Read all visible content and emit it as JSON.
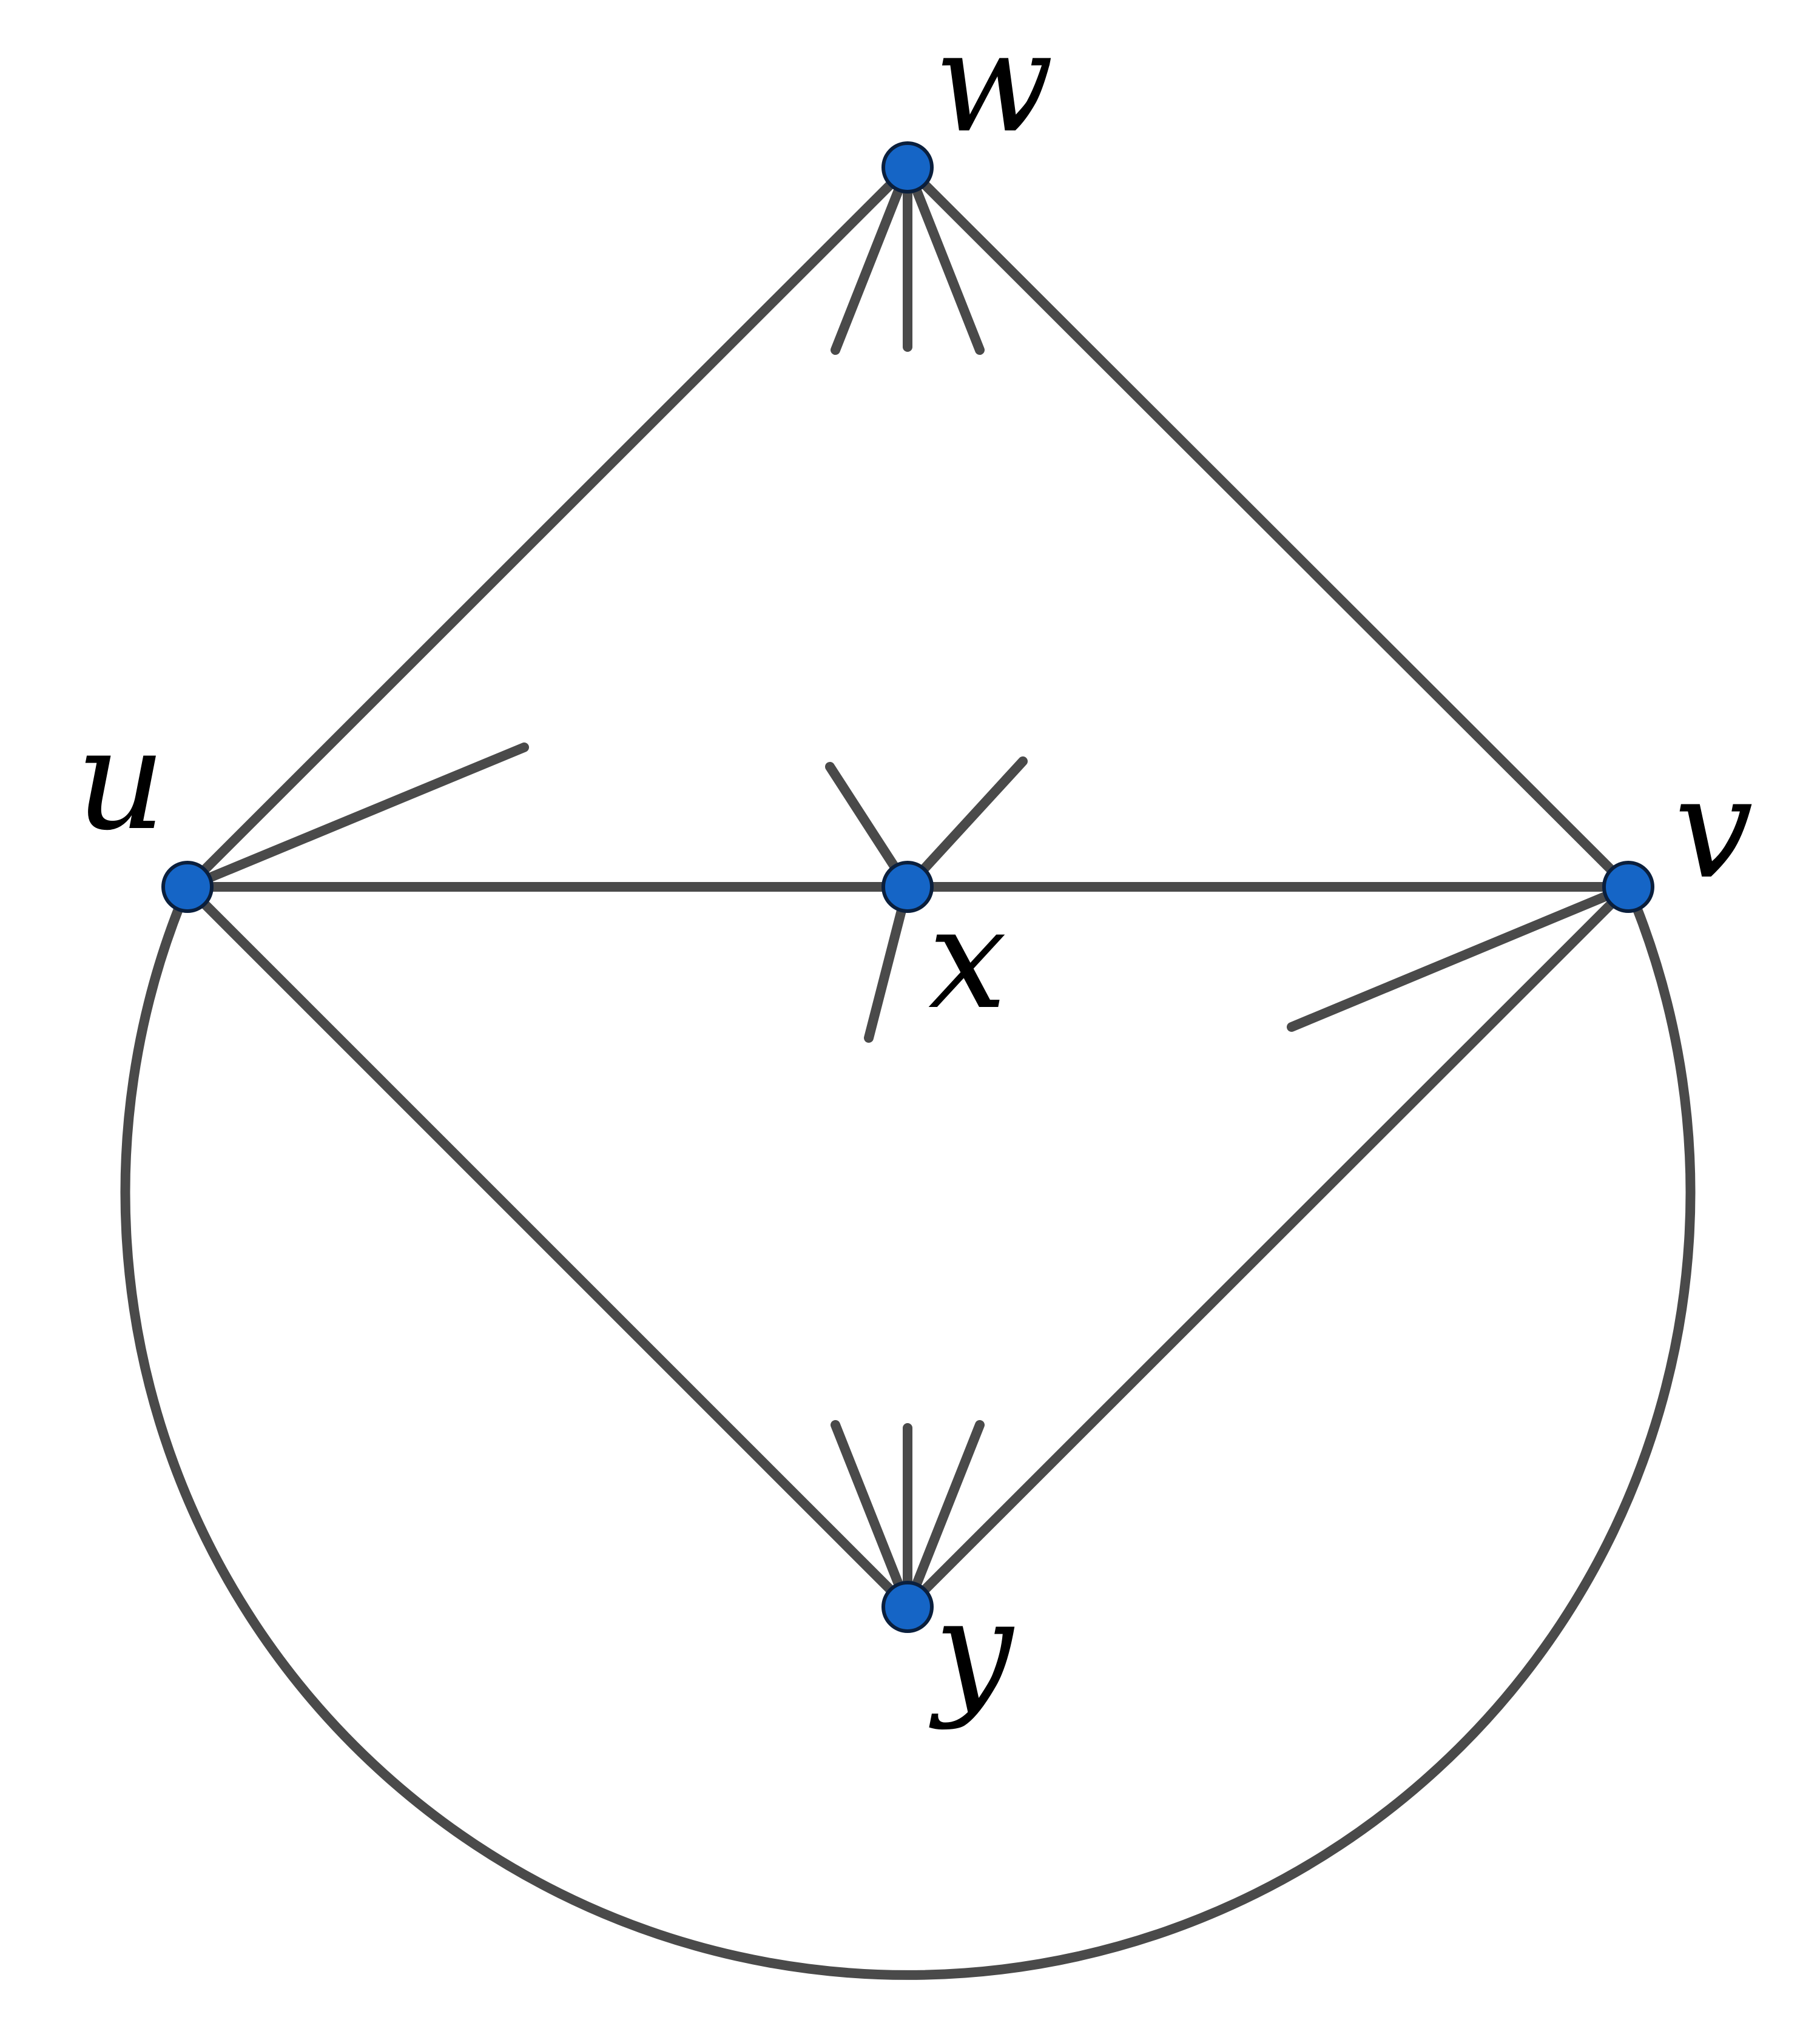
{
  "colors": {
    "edge": "#4a4a4a",
    "node_fill": "#1565c6",
    "node_stroke": "#0a1f3d",
    "label": "#000000"
  },
  "vertices": {
    "w": {
      "label": "w"
    },
    "u": {
      "label": "u"
    },
    "v": {
      "label": "v"
    },
    "x": {
      "label": "x"
    },
    "y": {
      "label": "y"
    }
  },
  "edges": [
    [
      "u",
      "w"
    ],
    [
      "w",
      "v"
    ],
    [
      "u",
      "x"
    ],
    [
      "x",
      "v"
    ],
    [
      "u",
      "y"
    ],
    [
      "y",
      "v"
    ]
  ],
  "outer_arc": [
    "u",
    "v"
  ]
}
